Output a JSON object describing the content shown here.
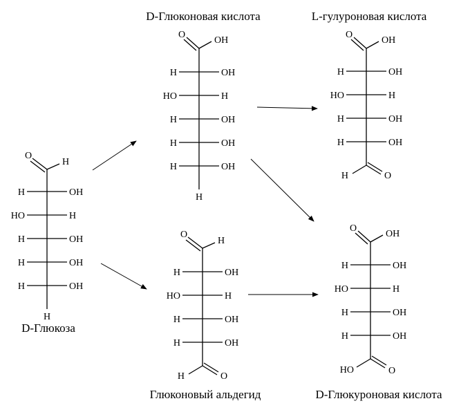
{
  "molecules": {
    "glucose": {
      "name": "D-Глюкоза",
      "top": {
        "type": "aldehyde",
        "o": "O",
        "h": "H"
      },
      "rows": [
        [
          "H",
          "OH"
        ],
        [
          "HO",
          "H"
        ],
        [
          "H",
          "OH"
        ],
        [
          "H",
          "OH"
        ],
        [
          "H",
          "OH"
        ]
      ],
      "bottom": {
        "type": "h",
        "h": "H"
      }
    },
    "gluconic": {
      "name": "D-Глюконовая кислота",
      "top": {
        "type": "acid",
        "o": "O",
        "oh": "OH"
      },
      "rows": [
        [
          "H",
          "OH"
        ],
        [
          "HO",
          "H"
        ],
        [
          "H",
          "OH"
        ],
        [
          "H",
          "OH"
        ],
        [
          "H",
          "OH"
        ]
      ],
      "bottom": {
        "type": "h",
        "h": "H"
      }
    },
    "guluronic": {
      "name": "L-гулуроновая кислота",
      "top": {
        "type": "acid",
        "o": "O",
        "oh": "OH"
      },
      "rows": [
        [
          "H",
          "OH"
        ],
        [
          "HO",
          "H"
        ],
        [
          "H",
          "OH"
        ],
        [
          "H",
          "OH"
        ]
      ],
      "bottom": {
        "type": "aldehyde",
        "o": "O",
        "h": "H"
      }
    },
    "glucodialdehyde": {
      "name": "Глюконовый альдегид",
      "top": {
        "type": "aldehyde",
        "o": "O",
        "h": "H"
      },
      "rows": [
        [
          "H",
          "OH"
        ],
        [
          "HO",
          "H"
        ],
        [
          "H",
          "OH"
        ],
        [
          "H",
          "OH"
        ]
      ],
      "bottom": {
        "type": "aldehyde",
        "o": "O",
        "h": "H"
      }
    },
    "glucuronic": {
      "name": "D-Глюкуроновая кислота",
      "top": {
        "type": "acid",
        "o": "O",
        "oh": "OH"
      },
      "rows": [
        [
          "H",
          "OH"
        ],
        [
          "HO",
          "H"
        ],
        [
          "H",
          "OH"
        ],
        [
          "H",
          "OH"
        ]
      ],
      "bottom": {
        "type": "acid",
        "o": "O",
        "oh": "HO"
      }
    }
  },
  "arrows": [
    {
      "from": "glucose",
      "to": "gluconic"
    },
    {
      "from": "glucose",
      "to": "glucodialdehyde"
    },
    {
      "from": "gluconic",
      "to": "guluronic"
    },
    {
      "from": "gluconic",
      "to": "glucuronic"
    },
    {
      "from": "glucodialdehyde",
      "to": "glucuronic"
    }
  ]
}
